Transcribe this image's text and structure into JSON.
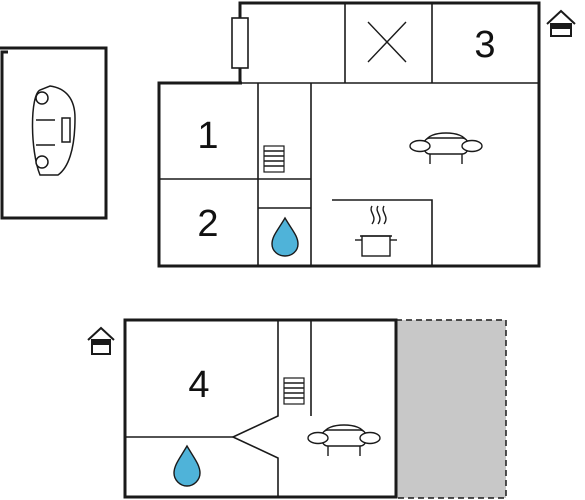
{
  "rooms": {
    "room_1": "1",
    "room_2": "2",
    "room_3": "3",
    "room_4": "4"
  },
  "icons": {
    "car": "car-icon",
    "stairs": "stairs-icon",
    "sofa": "sofa-icon",
    "cooking_pot": "cooking-pot-icon",
    "water_drop": "water-drop-icon",
    "house_level": "house-level-icon",
    "cross": "x-mark-icon"
  },
  "colors": {
    "wall": "#1a1a1a",
    "terrace": "#c8c8c8",
    "water": "#4fb3d9",
    "background": "#ffffff"
  }
}
